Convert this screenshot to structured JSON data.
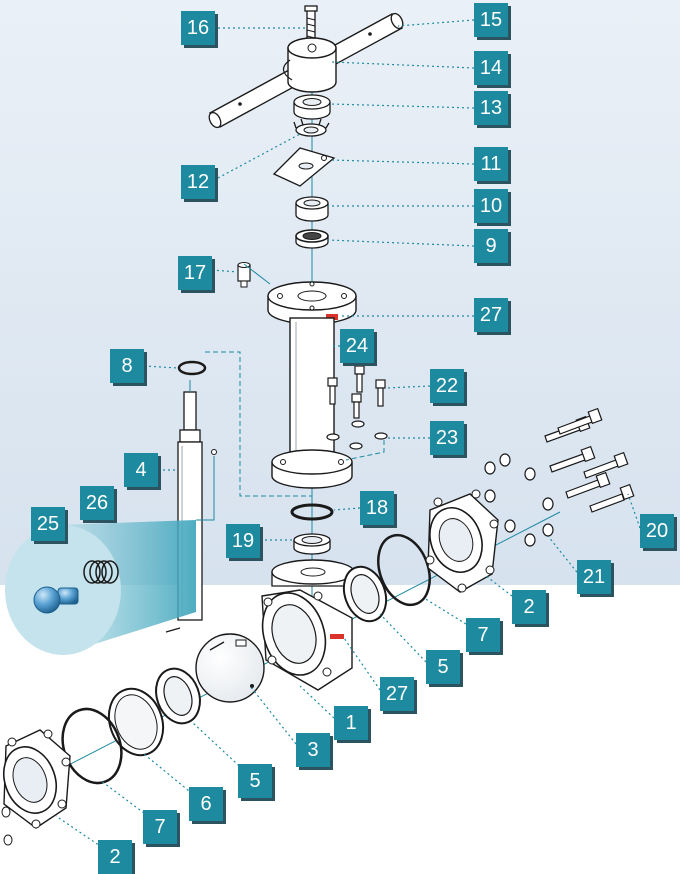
{
  "colors": {
    "background_top": "#dbe6f1",
    "background_bottom": "#ffffff",
    "callout": "#1d8aa0",
    "callout_shadow": "#2c5460",
    "callout_text": "#ffffff",
    "leader_line": "#1d8aa0",
    "part_outline": "#1a1a1a",
    "part_fill": "#ffffff",
    "marking_red": "#d9332b",
    "magnifier": "#6fbfd0"
  },
  "parts": [
    {
      "id": "c16",
      "label": "16",
      "part": "stem-screw"
    },
    {
      "id": "c15",
      "label": "15",
      "part": "handle-lever"
    },
    {
      "id": "c14",
      "label": "14",
      "part": "handle-hub"
    },
    {
      "id": "c13",
      "label": "13",
      "part": "nut"
    },
    {
      "id": "c12",
      "label": "12",
      "part": "lock-washer"
    },
    {
      "id": "c11",
      "label": "11",
      "part": "stop-plate"
    },
    {
      "id": "c10",
      "label": "10",
      "part": "bushing"
    },
    {
      "id": "c9",
      "label": "9",
      "part": "stem-seal"
    },
    {
      "id": "c17",
      "label": "17",
      "part": "grease-nipple"
    },
    {
      "id": "c27a",
      "label": "27",
      "part": "marking-top-flange"
    },
    {
      "id": "c24",
      "label": "24",
      "part": "stem-extension"
    },
    {
      "id": "c8",
      "label": "8",
      "part": "o-ring"
    },
    {
      "id": "c22",
      "label": "22",
      "part": "cap-screws"
    },
    {
      "id": "c23",
      "label": "23",
      "part": "washers"
    },
    {
      "id": "c4",
      "label": "4",
      "part": "stem"
    },
    {
      "id": "c26",
      "label": "26",
      "part": "spring"
    },
    {
      "id": "c25",
      "label": "25",
      "part": "anti-static-plunger"
    },
    {
      "id": "c18",
      "label": "18",
      "part": "o-ring-lower"
    },
    {
      "id": "c19",
      "label": "19",
      "part": "stem-packing"
    },
    {
      "id": "c20",
      "label": "20",
      "part": "body-bolts"
    },
    {
      "id": "c21",
      "label": "21",
      "part": "body-washers"
    },
    {
      "id": "c2a",
      "label": "2",
      "part": "end-cap-right"
    },
    {
      "id": "c7a",
      "label": "7",
      "part": "gasket-right"
    },
    {
      "id": "c5a",
      "label": "5",
      "part": "seat-right"
    },
    {
      "id": "c27b",
      "label": "27",
      "part": "marking-body"
    },
    {
      "id": "c1",
      "label": "1",
      "part": "body"
    },
    {
      "id": "c3",
      "label": "3",
      "part": "ball"
    },
    {
      "id": "c5b",
      "label": "5",
      "part": "seat-left"
    },
    {
      "id": "c6",
      "label": "6",
      "part": "seat-support"
    },
    {
      "id": "c7b",
      "label": "7",
      "part": "gasket-left"
    },
    {
      "id": "c2b",
      "label": "2",
      "part": "end-cap-left"
    }
  ]
}
